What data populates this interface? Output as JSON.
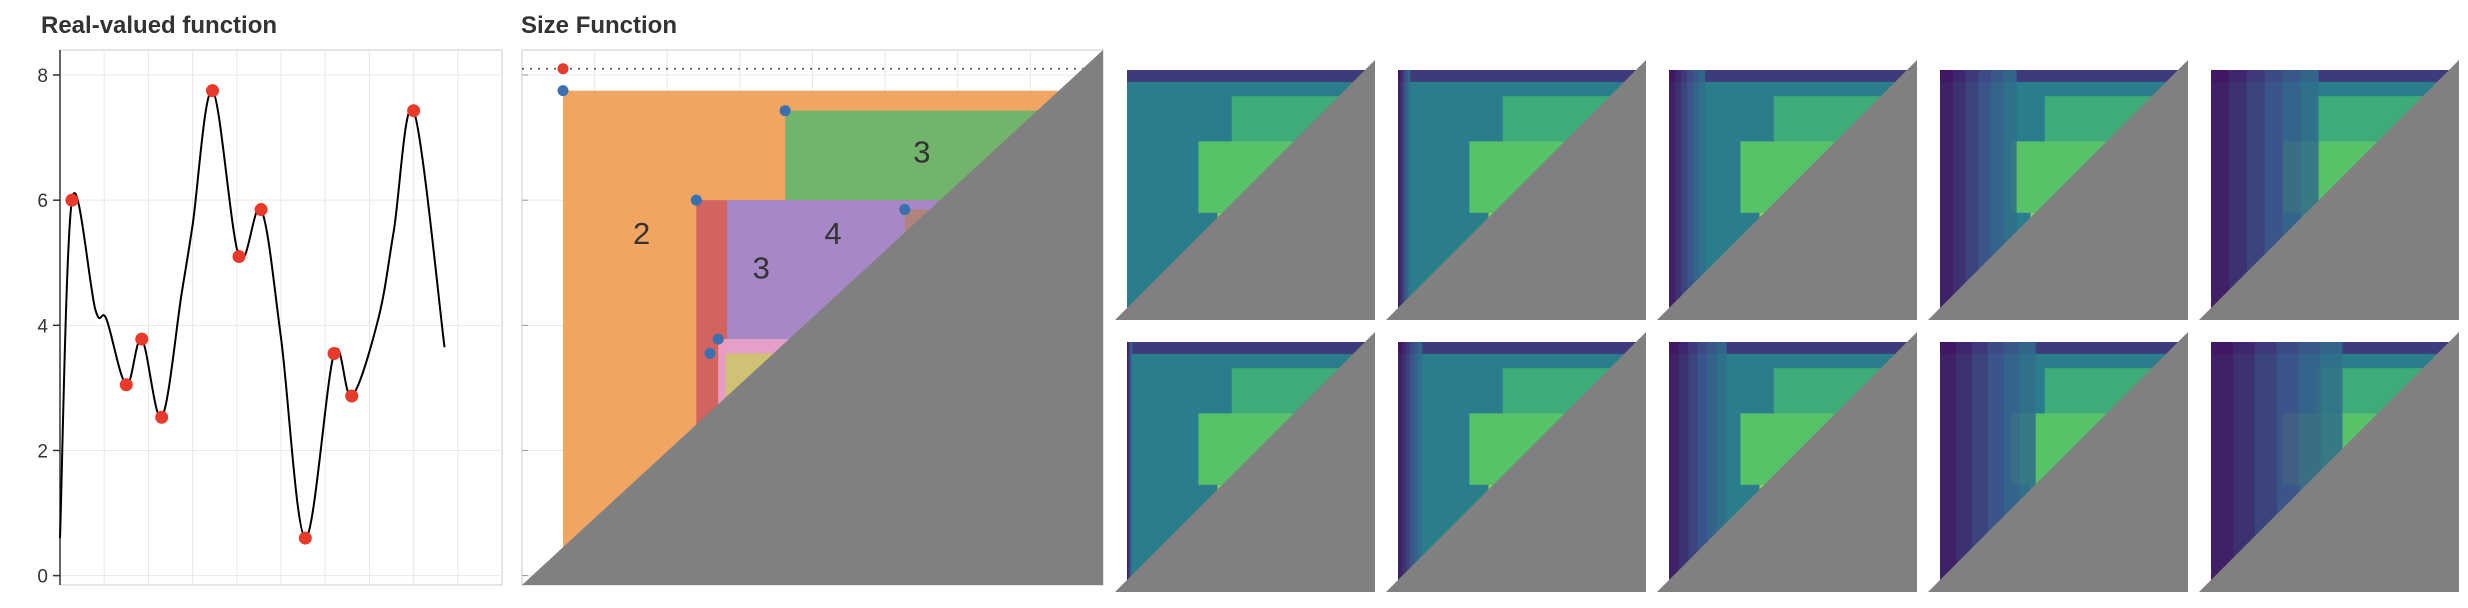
{
  "chart_data": [
    {
      "type": "line",
      "title": "Real-valued function",
      "xlabel": "",
      "ylabel": "",
      "xlim": [
        0,
        10
      ],
      "ylim": [
        -0.15,
        8.4
      ],
      "grid": true,
      "yticks": [
        0,
        2,
        4,
        6,
        8
      ],
      "line_color": "#000000",
      "marker_color": "#e8392b",
      "curve": [
        [
          0,
          0.6
        ],
        [
          0.27,
          6.0
        ],
        [
          0.8,
          4.25
        ],
        [
          1.05,
          4.1
        ],
        [
          1.5,
          3.05
        ],
        [
          1.85,
          3.78
        ],
        [
          2.3,
          2.53
        ],
        [
          2.75,
          4.5
        ],
        [
          3.0,
          5.6
        ],
        [
          3.45,
          7.75
        ],
        [
          4.05,
          5.1
        ],
        [
          4.55,
          5.85
        ],
        [
          5.0,
          3.8
        ],
        [
          5.55,
          0.6
        ],
        [
          6.2,
          3.55
        ],
        [
          6.6,
          2.87
        ],
        [
          7.2,
          4.1
        ],
        [
          7.55,
          5.5
        ],
        [
          8.0,
          7.43
        ],
        [
          8.7,
          3.65
        ]
      ],
      "points": [
        {
          "x": 0.27,
          "y": 6.0
        },
        {
          "x": 1.5,
          "y": 3.05
        },
        {
          "x": 1.85,
          "y": 3.78
        },
        {
          "x": 2.3,
          "y": 2.53
        },
        {
          "x": 3.45,
          "y": 7.75
        },
        {
          "x": 4.05,
          "y": 5.1
        },
        {
          "x": 4.55,
          "y": 5.85
        },
        {
          "x": 5.55,
          "y": 0.6
        },
        {
          "x": 6.2,
          "y": 3.55
        },
        {
          "x": 6.6,
          "y": 2.87
        },
        {
          "x": 8.0,
          "y": 7.43
        }
      ]
    },
    {
      "type": "heatmap",
      "title": "Size Function",
      "xlim": [
        0,
        8.5
      ],
      "ylim": [
        -0.15,
        8.4
      ],
      "infinity_line": 8.1,
      "diagonal_fill": "#808080",
      "regions": [
        {
          "x": 0.6,
          "y": 7.75,
          "color": "#f0a05a",
          "label": "2",
          "lx": 1.75,
          "ly": 5.3
        },
        {
          "x": 3.85,
          "y": 7.43,
          "color": "#6cb46e",
          "label": "3",
          "lx": 5.85,
          "ly": 6.6
        },
        {
          "x": 2.55,
          "y": 6.0,
          "color": "#d05f5f",
          "label": "3",
          "lx": 3.5,
          "ly": 4.75
        },
        {
          "x": 3.0,
          "y": 6.0,
          "color": "#a48acc",
          "label": "4",
          "lx": 4.55,
          "ly": 5.3
        },
        {
          "x": 5.6,
          "y": 5.85,
          "color": "#b08478",
          "label": "",
          "lx": 0,
          "ly": 0
        },
        {
          "x": 2.87,
          "y": 3.78,
          "color": "#e8a0c8",
          "label": "",
          "lx": 0,
          "ly": 0
        },
        {
          "x": 2.98,
          "y": 3.55,
          "color": "#cfc470",
          "label": "",
          "lx": 0,
          "ly": 0
        }
      ],
      "markers": [
        {
          "x": 0.6,
          "y": 8.1,
          "color": "#e8392b"
        },
        {
          "x": 0.6,
          "y": 7.75,
          "color": "#3a70b0"
        },
        {
          "x": 3.85,
          "y": 7.43,
          "color": "#3a70b0"
        },
        {
          "x": 2.55,
          "y": 6.0,
          "color": "#3a70b0"
        },
        {
          "x": 5.6,
          "y": 5.85,
          "color": "#3a70b0"
        },
        {
          "x": 2.87,
          "y": 3.78,
          "color": "#3a70b0"
        },
        {
          "x": 2.75,
          "y": 3.55,
          "color": "#3a70b0"
        }
      ]
    },
    {
      "type": "heatmap",
      "title": "",
      "xlim": [
        0,
        1
      ],
      "ylim": [
        0,
        1
      ],
      "grid_size": [
        2,
        5
      ],
      "colormap": [
        "#440154",
        "#3b528b",
        "#21918c",
        "#5ec962",
        "#fde725"
      ],
      "diagonal_fill": "#808080",
      "background_level": 0.4,
      "panels": [
        {
          "level_base": 0.42,
          "left_fade": 0.0
        },
        {
          "level_base": 0.42,
          "left_fade": 0.05
        },
        {
          "level_base": 0.42,
          "left_fade": 0.15
        },
        {
          "level_base": 0.42,
          "left_fade": 0.32
        },
        {
          "level_base": 0.42,
          "left_fade": 0.45
        },
        {
          "level_base": 0.42,
          "left_fade": 0.02
        },
        {
          "level_base": 0.42,
          "left_fade": 0.1
        },
        {
          "level_base": 0.42,
          "left_fade": 0.24
        },
        {
          "level_base": 0.42,
          "left_fade": 0.4
        },
        {
          "level_base": 0.42,
          "left_fade": 0.55
        }
      ],
      "blocks": [
        {
          "x0": 0.0,
          "y0": 0.0,
          "x1": 1.0,
          "y1": 1.0,
          "level": 0.42
        },
        {
          "x0": 0.0,
          "y0": 0.0,
          "x1": 1.0,
          "y1": 0.05,
          "level": 0.18
        },
        {
          "x0": 0.44,
          "y0": 0.11,
          "x1": 1.0,
          "y1": 0.38,
          "level": 0.62
        },
        {
          "x0": 0.3,
          "y0": 0.3,
          "x1": 1.0,
          "y1": 0.6,
          "level": 0.72
        },
        {
          "x0": 0.62,
          "y0": 0.38,
          "x1": 1.0,
          "y1": 0.6,
          "level": 0.82
        },
        {
          "x0": 0.38,
          "y0": 0.6,
          "x1": 1.0,
          "y1": 0.72,
          "level": 0.82
        },
        {
          "x0": 0.72,
          "y0": 0.3,
          "x1": 0.84,
          "y1": 0.42,
          "level": 0.98
        },
        {
          "x0": 0.4,
          "y0": 0.6,
          "x1": 0.55,
          "y1": 0.72,
          "level": 0.96
        }
      ]
    }
  ]
}
